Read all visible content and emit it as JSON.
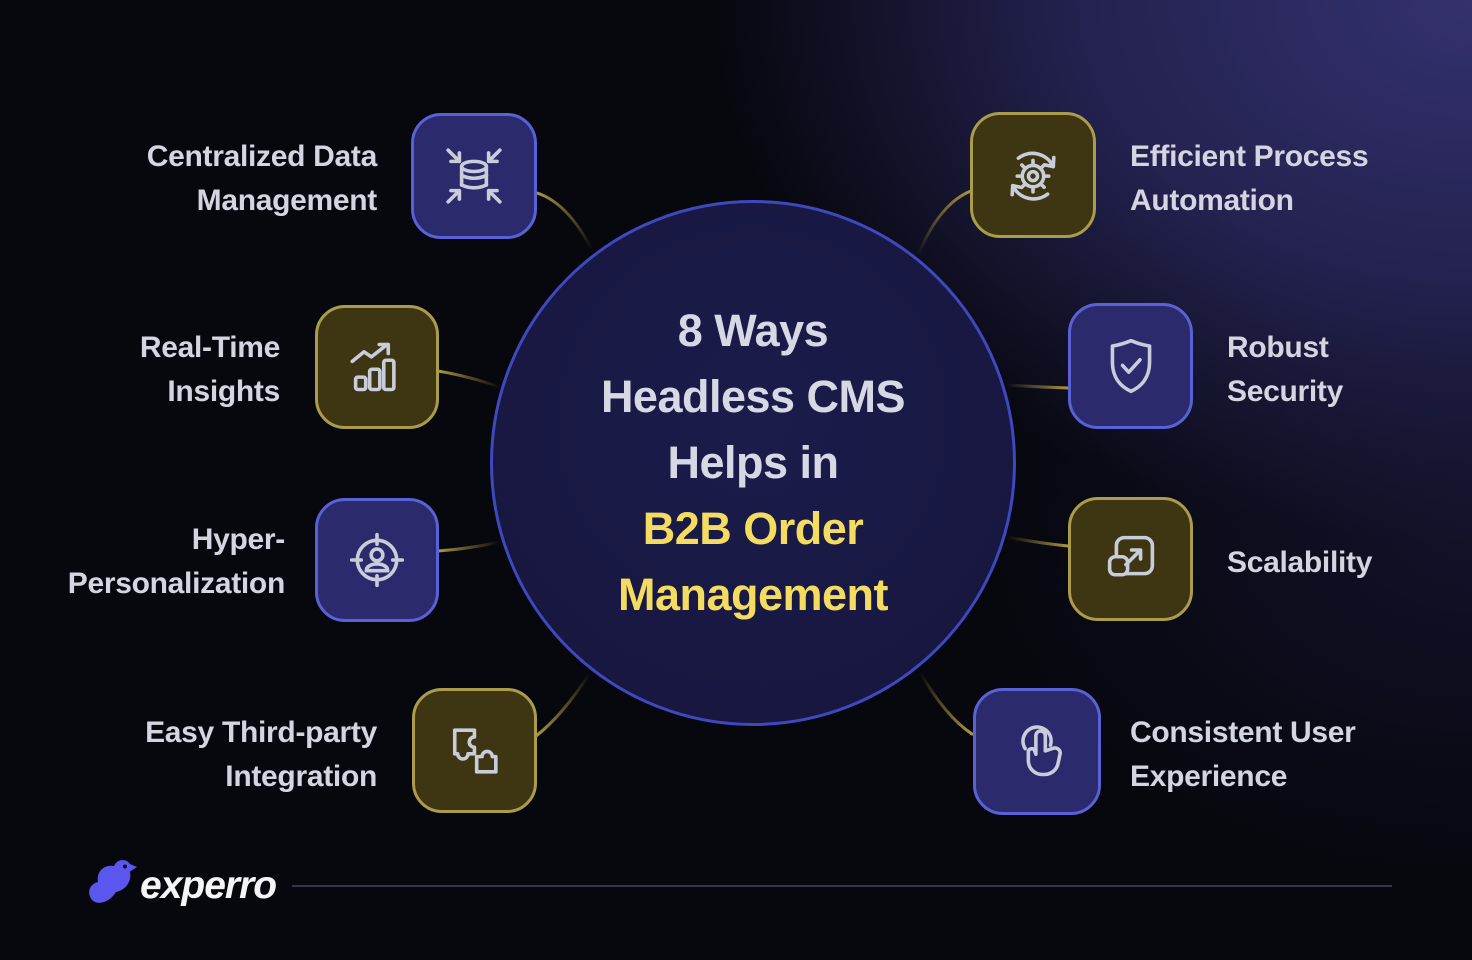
{
  "center": {
    "line1": "8 Ways",
    "line2": "Headless CMS",
    "line3": "Helps in",
    "line4": "B2B Order",
    "line5": "Management",
    "text_color": "#d6d8e4",
    "highlight_color": "#f3dc60",
    "fill": "#171740",
    "border": "#3f48bf"
  },
  "items": [
    {
      "id": "centralized-data-management",
      "label": "Centralized Data\nManagement",
      "icon": "converging-arrows-database-icon",
      "theme": "blue"
    },
    {
      "id": "real-time-insights",
      "label": "Real-Time\nInsights",
      "icon": "growth-chart-icon",
      "theme": "gold"
    },
    {
      "id": "hyper-personalization",
      "label": "Hyper-\nPersonalization",
      "icon": "user-target-icon",
      "theme": "blue"
    },
    {
      "id": "easy-third-party-integration",
      "label": "Easy Third-party\nIntegration",
      "icon": "puzzle-icon",
      "theme": "gold"
    },
    {
      "id": "efficient-process-automation",
      "label": "Efficient Process\nAutomation",
      "icon": "gear-sync-icon",
      "theme": "gold"
    },
    {
      "id": "robust-security",
      "label": "Robust\nSecurity",
      "icon": "shield-check-icon",
      "theme": "blue"
    },
    {
      "id": "scalability",
      "label": "Scalability",
      "icon": "expand-icon",
      "theme": "gold"
    },
    {
      "id": "consistent-user-experience",
      "label": "Consistent User\nExperience",
      "icon": "tap-icon",
      "theme": "blue"
    }
  ],
  "themes": {
    "blue": {
      "fill": "#2b2a6d",
      "border": "#5a61d6"
    },
    "gold": {
      "fill": "#3e3513",
      "border": "#ab9c4b"
    }
  },
  "icon_stroke_color": "#c9ccd9",
  "connector_color": "#ab9941",
  "label_color": "#d3d5e0",
  "logo": {
    "text": "experro",
    "bird_color": "#5b57ee"
  }
}
